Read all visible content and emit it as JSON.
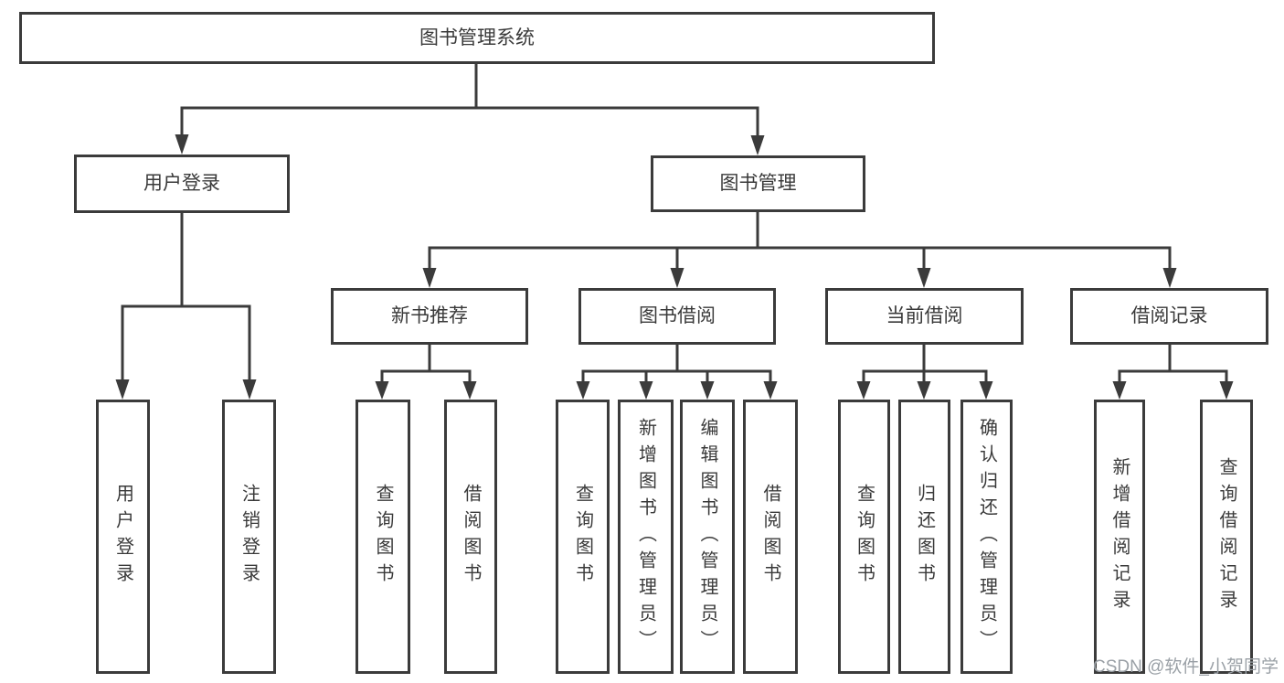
{
  "tree": {
    "root": {
      "label": "图书管理系统"
    },
    "branches": [
      {
        "label": "用户登录",
        "children": [
          {
            "label": "用户登录"
          },
          {
            "label": "注销登录"
          }
        ]
      },
      {
        "label": "图书管理",
        "children": [
          {
            "label": "新书推荐",
            "children": [
              {
                "label": "查询图书"
              },
              {
                "label": "借阅图书"
              }
            ]
          },
          {
            "label": "图书借阅",
            "children": [
              {
                "label": "查询图书"
              },
              {
                "label": "新增图书（管理员）"
              },
              {
                "label": "编辑图书（管理员）"
              },
              {
                "label": "借阅图书"
              }
            ]
          },
          {
            "label": "当前借阅",
            "children": [
              {
                "label": "查询图书"
              },
              {
                "label": "归还图书"
              },
              {
                "label": "确认归还（管理员）"
              }
            ]
          },
          {
            "label": "借阅记录",
            "children": [
              {
                "label": "新增借阅记录"
              },
              {
                "label": "查询借阅记录"
              }
            ]
          }
        ]
      }
    ]
  },
  "watermark": {
    "text": "CSDN @软件_小贺同学"
  },
  "colors": {
    "box_border": "#3b3b3b",
    "box_fill": "#ffffff",
    "text": "#3a3a3a",
    "connector": "#3b3b3b",
    "watermark": "#9aa0a6",
    "background": "#ffffff"
  }
}
